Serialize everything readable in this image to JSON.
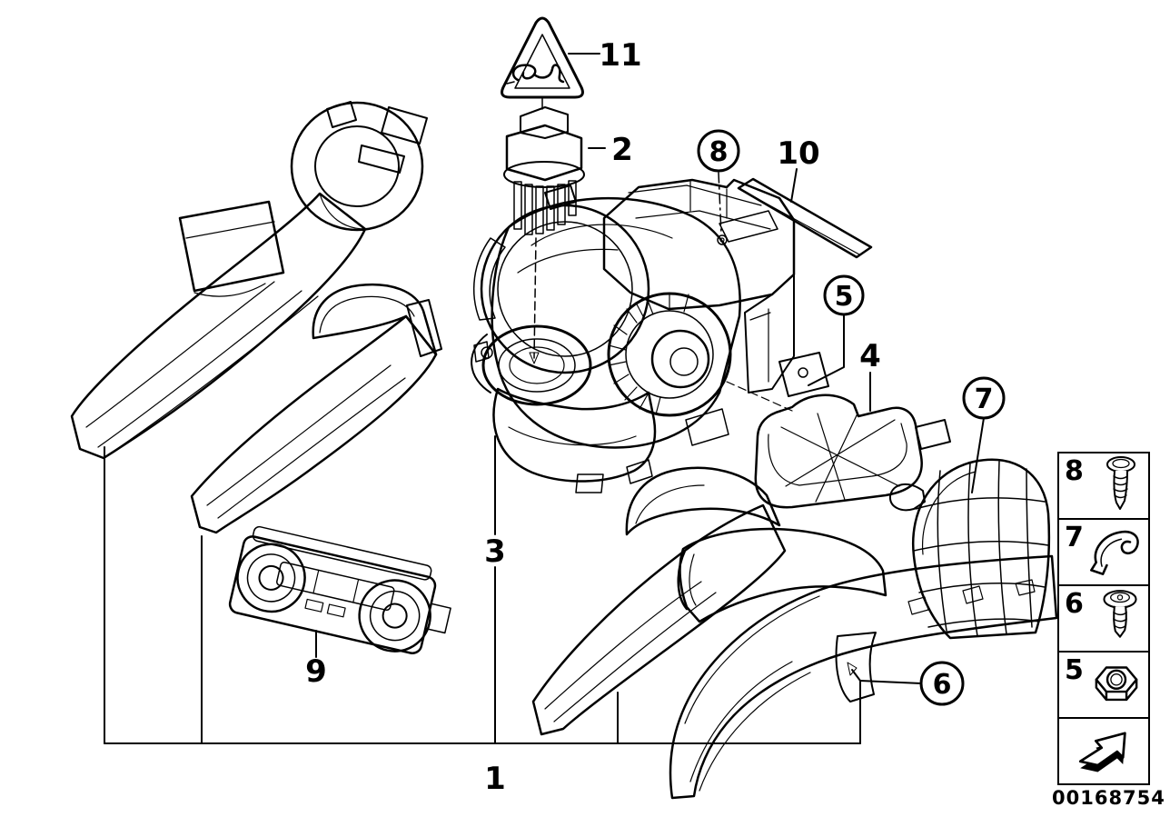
{
  "diagram": {
    "description": "Exploded parts diagram - rear blower, air ducts and control unit",
    "callouts": {
      "1": {
        "label": "1",
        "circled": false
      },
      "2": {
        "label": "2",
        "circled": false
      },
      "3": {
        "label": "3",
        "circled": false
      },
      "4": {
        "label": "4",
        "circled": false
      },
      "5": {
        "label": "5",
        "circled": true
      },
      "6": {
        "label": "6",
        "circled": true
      },
      "7": {
        "label": "7",
        "circled": true
      },
      "8": {
        "label": "8",
        "circled": true
      },
      "9": {
        "label": "9",
        "circled": false
      },
      "10": {
        "label": "10",
        "circled": false
      },
      "11": {
        "label": "11",
        "circled": false
      }
    },
    "warning": {
      "icon": "snake-warning-triangle-icon"
    }
  },
  "legend": {
    "rows": [
      {
        "label": "8",
        "icon": "tapping-screw-icon"
      },
      {
        "label": "7",
        "icon": "spring-clip-icon"
      },
      {
        "label": "6",
        "icon": "torx-screw-icon"
      },
      {
        "label": "5",
        "icon": "hex-nut-icon"
      }
    ],
    "direction_box": {
      "icon": "direction-arrow-icon"
    }
  },
  "footer": {
    "image_id": "00168754"
  },
  "colors": {
    "line": "#000000",
    "background": "#ffffff"
  }
}
